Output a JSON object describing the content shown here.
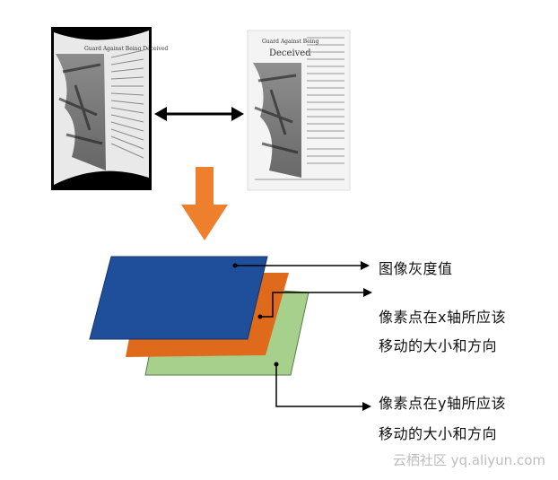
{
  "page_title_text": "Guard Against Being Deceived",
  "flat_page_title_line1": "Guard Against Being",
  "flat_page_title_line2": "Deceived",
  "labels": {
    "gray_value": "图像灰度值",
    "x_shift_line1": "像素点在x轴所应该",
    "x_shift_line2": "移动的大小和方向",
    "y_shift_line1": "像素点在y轴所应该",
    "y_shift_line2": "移动的大小和方向"
  },
  "watermark": "云栖社区 yq.aliyun.com",
  "colors": {
    "layer_gray": "#1f4e9a",
    "layer_x": "#e06a1b",
    "layer_y": "#a8d08d",
    "down_arrow": "#ee7f2d",
    "arrow_black": "#000000"
  }
}
